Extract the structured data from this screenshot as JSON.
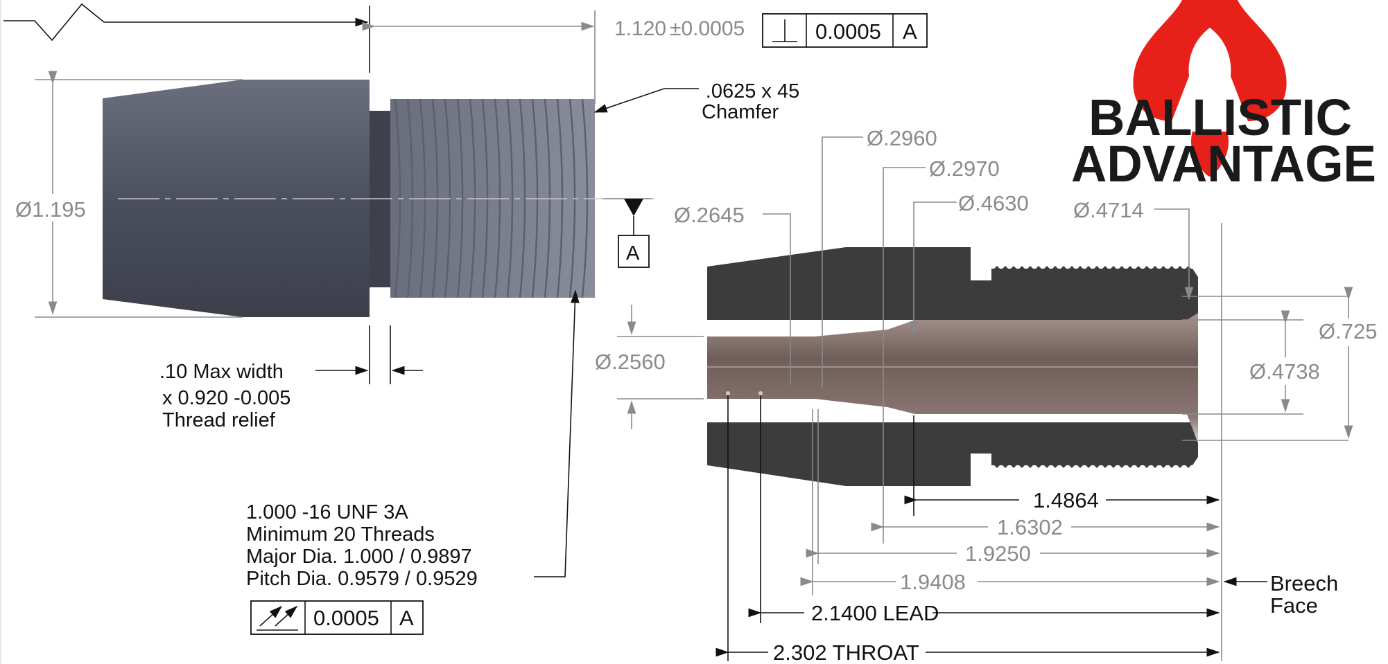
{
  "logo": {
    "line1": "BALLISTIC",
    "line2": "ADVANTAGE",
    "brand_color": "#e8201a"
  },
  "left_view": {
    "length_dim": "1.120",
    "length_tol": "±0.0005",
    "perp_frame": {
      "symbol": "perpendicularity-icon",
      "value": "0.0005",
      "datum": "A"
    },
    "diameter": "Ø1.195",
    "chamfer": [
      " .0625 x 45",
      "Chamfer"
    ],
    "datum_label": "A",
    "relief_note": [
      ".10 Max width",
      "x 0.920 -0.005",
      "Thread relief"
    ],
    "thread_note": [
      "1.000 -16 UNF 3A",
      "Minimum 20 Threads",
      "Major Dia.  1.000 /  0.9897",
      "Pitch Dia.  0.9579  /  0.9529"
    ],
    "runout_frame": {
      "symbol": "total-runout-icon",
      "value": "0.0005",
      "datum": "A"
    }
  },
  "right_view": {
    "dia_top": [
      "Ø.2960",
      "Ø.2970",
      "Ø.4630",
      "Ø.2645",
      "Ø.4714"
    ],
    "dia_bore": "Ø.2560",
    "dia_725": "Ø.725",
    "dia_4738": "Ø.4738",
    "lengths": [
      "1.4864",
      "1.6302",
      "1.9250",
      "1.9408",
      "2.1400 LEAD",
      "2.302 THROAT"
    ],
    "breech": [
      "Breech",
      "Face"
    ]
  },
  "colors": {
    "steel": "#4a4e5c",
    "thread": "#7a7e8c",
    "dark": "#3a3a3a",
    "bore": "#7a6560"
  }
}
